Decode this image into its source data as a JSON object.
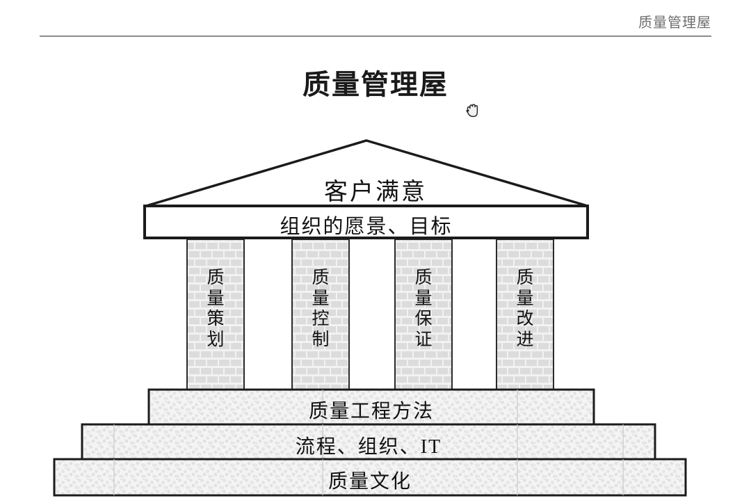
{
  "header": {
    "title": "质量管理屋"
  },
  "slide": {
    "title": "质量管理屋"
  },
  "diagram": {
    "type": "house-of-quality",
    "roof": {
      "label": "客户满意"
    },
    "beam": {
      "label": "组织的愿景、目标"
    },
    "pillars": [
      {
        "name": "pillar-quality-planning",
        "label": "质量策划",
        "chars": [
          "质",
          "量",
          "策",
          "划"
        ]
      },
      {
        "name": "pillar-quality-control",
        "label": "质量控制",
        "chars": [
          "质",
          "量",
          "控",
          "制"
        ]
      },
      {
        "name": "pillar-quality-assurance",
        "label": "质量保证",
        "chars": [
          "质",
          "量",
          "保",
          "证"
        ]
      },
      {
        "name": "pillar-quality-improvement",
        "label": "质量改进",
        "chars": [
          "质",
          "量",
          "改",
          "进"
        ]
      }
    ],
    "foundation": [
      {
        "name": "foundation-tier-1",
        "label": "质量工程方法"
      },
      {
        "name": "foundation-tier-2",
        "label": "流程、组织、IT"
      },
      {
        "name": "foundation-tier-3",
        "label": "质量文化"
      }
    ],
    "colors": {
      "outline": "#1b1b1b",
      "brick_fill": "#eeeeee",
      "stipple_fill": "#ededed",
      "beam_fill": "#ffffff",
      "roof_fill": "#ffffff",
      "header_text": "#6e6e6e",
      "body_text": "#111111"
    }
  },
  "cursor": {
    "icon": "grab-hand-cursor"
  }
}
